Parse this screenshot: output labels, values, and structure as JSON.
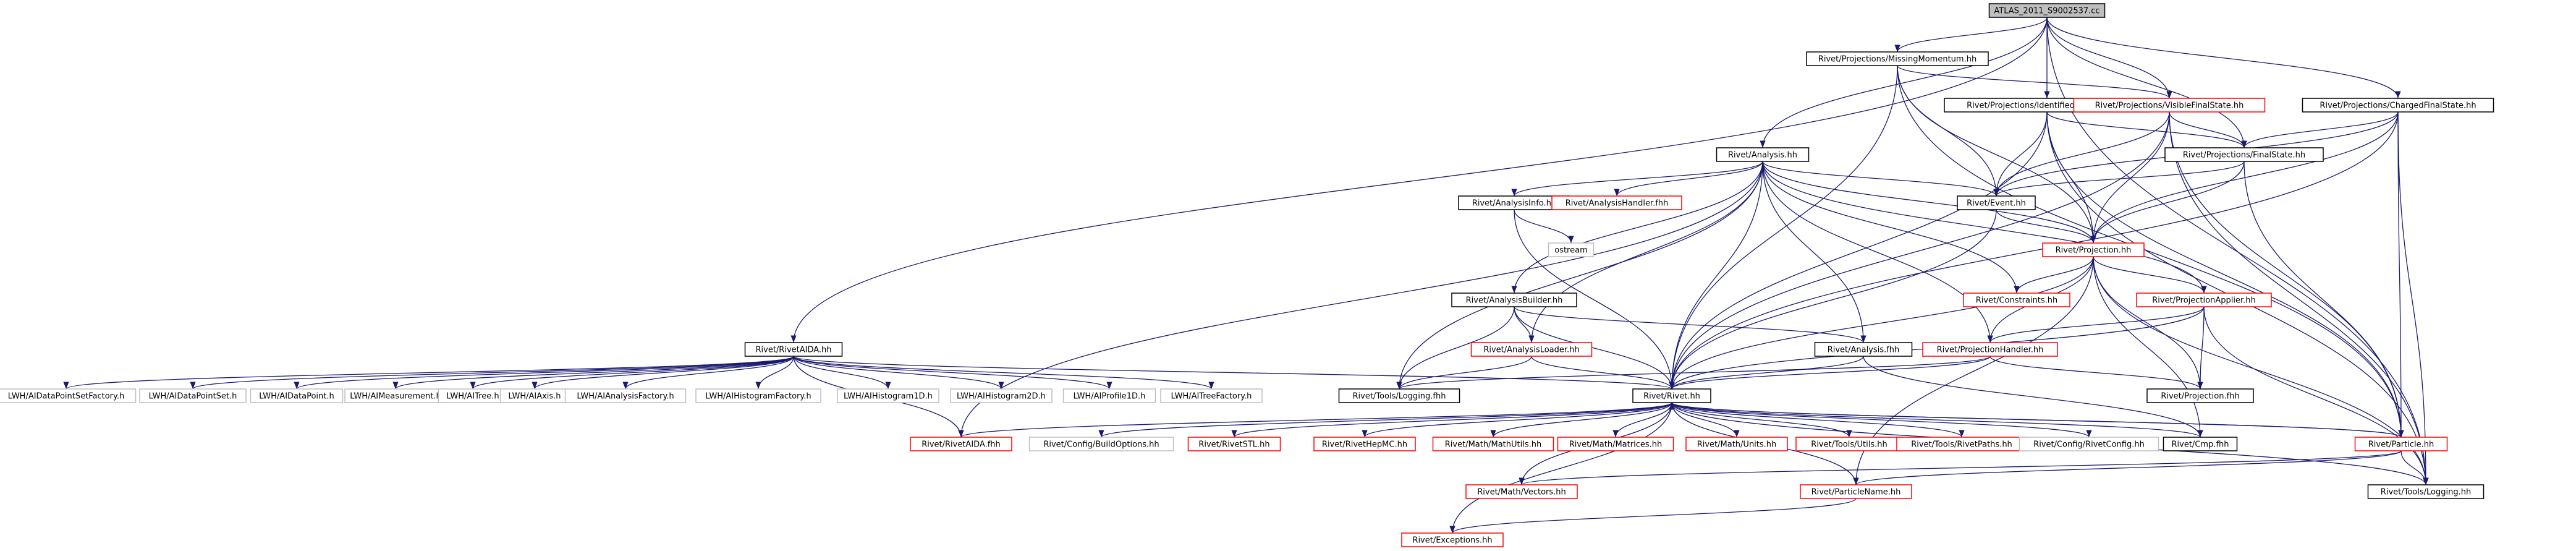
{
  "diagram": {
    "type": "include-dependency-graph",
    "colors": {
      "edge": "#191970",
      "root_fill": "#bfbfbf",
      "default_border": "#000000",
      "missing_border": "#ff0000",
      "external_border": "#bfbfbf",
      "external_text": "#000000"
    },
    "nodes": [
      {
        "id": "root",
        "label": "ATLAS_2011_S9002537.cc",
        "style": "root"
      },
      {
        "id": "missmom",
        "label": "Rivet/Projections/MissingMomentum.hh",
        "style": "default"
      },
      {
        "id": "identfs",
        "label": "Rivet/Projections/IdentifiedFinalState.hh",
        "style": "default"
      },
      {
        "id": "visfs",
        "label": "Rivet/Projections/VisibleFinalState.hh",
        "style": "missing"
      },
      {
        "id": "chfs",
        "label": "Rivet/Projections/ChargedFinalState.hh",
        "style": "default"
      },
      {
        "id": "finalstate",
        "label": "Rivet/Projections/FinalState.hh",
        "style": "default"
      },
      {
        "id": "analysis",
        "label": "Rivet/Analysis.hh",
        "style": "default"
      },
      {
        "id": "analysisinfo",
        "label": "Rivet/AnalysisInfo.hh",
        "style": "default"
      },
      {
        "id": "analysishandlerfhh",
        "label": "Rivet/AnalysisHandler.fhh",
        "style": "missing"
      },
      {
        "id": "event",
        "label": "Rivet/Event.hh",
        "style": "default"
      },
      {
        "id": "ostream",
        "label": "ostream",
        "style": "external"
      },
      {
        "id": "projection",
        "label": "Rivet/Projection.hh",
        "style": "missing"
      },
      {
        "id": "analysisbuilder",
        "label": "Rivet/AnalysisBuilder.hh",
        "style": "default"
      },
      {
        "id": "analysisloader",
        "label": "Rivet/AnalysisLoader.hh",
        "style": "missing"
      },
      {
        "id": "constraints",
        "label": "Rivet/Constraints.hh",
        "style": "missing"
      },
      {
        "id": "projapplier",
        "label": "Rivet/ProjectionApplier.hh",
        "style": "missing"
      },
      {
        "id": "analysisfhh",
        "label": "Rivet/Analysis.fhh",
        "style": "default"
      },
      {
        "id": "projhandler",
        "label": "Rivet/ProjectionHandler.hh",
        "style": "missing"
      },
      {
        "id": "rivetaida",
        "label": "Rivet/RivetAIDA.hh",
        "style": "default"
      },
      {
        "id": "toolslogfhh",
        "label": "Rivet/Tools/Logging.fhh",
        "style": "default"
      },
      {
        "id": "rivethh",
        "label": "Rivet/Rivet.hh",
        "style": "default"
      },
      {
        "id": "projfhh",
        "label": "Rivet/Projection.fhh",
        "style": "default"
      },
      {
        "id": "aida1",
        "label": "LWH/AIDataPointSetFactory.h",
        "style": "external"
      },
      {
        "id": "aida2",
        "label": "LWH/AIDataPointSet.h",
        "style": "external"
      },
      {
        "id": "aida3",
        "label": "LWH/AIDataPoint.h",
        "style": "external"
      },
      {
        "id": "aida4",
        "label": "LWH/AIMeasurement.h",
        "style": "external"
      },
      {
        "id": "aida5",
        "label": "LWH/AITree.h",
        "style": "external"
      },
      {
        "id": "aida6",
        "label": "LWH/AIAxis.h",
        "style": "external"
      },
      {
        "id": "aida7",
        "label": "LWH/AIAnalysisFactory.h",
        "style": "external"
      },
      {
        "id": "aida8",
        "label": "LWH/AIHistogramFactory.h",
        "style": "external"
      },
      {
        "id": "aida9",
        "label": "LWH/AIHistogram1D.h",
        "style": "external"
      },
      {
        "id": "aida10",
        "label": "LWH/AIHistogram2D.h",
        "style": "external"
      },
      {
        "id": "aida11",
        "label": "LWH/AIProfile1D.h",
        "style": "external"
      },
      {
        "id": "aida12",
        "label": "LWH/AITreeFactory.h",
        "style": "external"
      },
      {
        "id": "rivetaidafhh",
        "label": "Rivet/RivetAIDA.fhh",
        "style": "missing"
      },
      {
        "id": "buildopts",
        "label": "Rivet/Config/BuildOptions.hh",
        "style": "external"
      },
      {
        "id": "rivetstl",
        "label": "Rivet/RivetSTL.hh",
        "style": "missing"
      },
      {
        "id": "rivethepmc",
        "label": "Rivet/RivetHepMC.hh",
        "style": "missing"
      },
      {
        "id": "mathutils",
        "label": "Rivet/Math/MathUtils.hh",
        "style": "missing"
      },
      {
        "id": "matrices",
        "label": "Rivet/Math/Matrices.hh",
        "style": "missing"
      },
      {
        "id": "units",
        "label": "Rivet/Math/Units.hh",
        "style": "missing"
      },
      {
        "id": "toolsutils",
        "label": "Rivet/Tools/Utils.hh",
        "style": "missing"
      },
      {
        "id": "rivetpaths",
        "label": "Rivet/Tools/RivetPaths.hh",
        "style": "missing"
      },
      {
        "id": "rivetconfig",
        "label": "Rivet/Config/RivetConfig.hh",
        "style": "external"
      },
      {
        "id": "cmpfhh",
        "label": "Rivet/Cmp.fhh",
        "style": "default"
      },
      {
        "id": "particle",
        "label": "Rivet/Particle.hh",
        "style": "missing"
      },
      {
        "id": "vectors",
        "label": "Rivet/Math/Vectors.hh",
        "style": "missing"
      },
      {
        "id": "particlename",
        "label": "Rivet/ParticleName.hh",
        "style": "missing"
      },
      {
        "id": "toolslog",
        "label": "Rivet/Tools/Logging.hh",
        "style": "default"
      },
      {
        "id": "exceptions",
        "label": "Rivet/Exceptions.hh",
        "style": "missing"
      }
    ],
    "edges": [
      [
        "root",
        "missmom"
      ],
      [
        "root",
        "identfs"
      ],
      [
        "root",
        "visfs"
      ],
      [
        "root",
        "chfs"
      ],
      [
        "root",
        "finalstate"
      ],
      [
        "root",
        "analysis"
      ],
      [
        "root",
        "rivetaida"
      ],
      [
        "root",
        "toolslog"
      ],
      [
        "missmom",
        "visfs"
      ],
      [
        "missmom",
        "event"
      ],
      [
        "missmom",
        "projection"
      ],
      [
        "missmom",
        "rivethh"
      ],
      [
        "missmom",
        "particle"
      ],
      [
        "identfs",
        "finalstate"
      ],
      [
        "identfs",
        "event"
      ],
      [
        "identfs",
        "projection"
      ],
      [
        "identfs",
        "rivethh"
      ],
      [
        "identfs",
        "particle"
      ],
      [
        "identfs",
        "toolslog"
      ],
      [
        "visfs",
        "finalstate"
      ],
      [
        "visfs",
        "event"
      ],
      [
        "visfs",
        "projection"
      ],
      [
        "visfs",
        "rivethh"
      ],
      [
        "visfs",
        "particle"
      ],
      [
        "visfs",
        "toolslog"
      ],
      [
        "chfs",
        "finalstate"
      ],
      [
        "chfs",
        "event"
      ],
      [
        "chfs",
        "projection"
      ],
      [
        "chfs",
        "rivethh"
      ],
      [
        "chfs",
        "particle"
      ],
      [
        "chfs",
        "toolslog"
      ],
      [
        "finalstate",
        "event"
      ],
      [
        "finalstate",
        "projection"
      ],
      [
        "finalstate",
        "particle"
      ],
      [
        "analysis",
        "analysisinfo"
      ],
      [
        "analysis",
        "analysishandlerfhh"
      ],
      [
        "analysis",
        "event"
      ],
      [
        "analysis",
        "projection"
      ],
      [
        "analysis",
        "analysisbuilder"
      ],
      [
        "analysis",
        "analysisloader"
      ],
      [
        "analysis",
        "constraints"
      ],
      [
        "analysis",
        "projapplier"
      ],
      [
        "analysis",
        "analysisfhh"
      ],
      [
        "analysis",
        "projhandler"
      ],
      [
        "analysis",
        "toolslogfhh"
      ],
      [
        "analysis",
        "rivethh"
      ],
      [
        "analysis",
        "rivetaidafhh"
      ],
      [
        "analysisinfo",
        "ostream"
      ],
      [
        "analysisinfo",
        "rivethh"
      ],
      [
        "event",
        "rivethh"
      ],
      [
        "event",
        "projection"
      ],
      [
        "projection",
        "constraints"
      ],
      [
        "projection",
        "projapplier"
      ],
      [
        "projection",
        "projhandler"
      ],
      [
        "projection",
        "rivethh"
      ],
      [
        "projection",
        "projfhh"
      ],
      [
        "projection",
        "cmpfhh"
      ],
      [
        "projection",
        "toolslog"
      ],
      [
        "projection",
        "particlename"
      ],
      [
        "analysisbuilder",
        "analysisloader"
      ],
      [
        "analysisbuilder",
        "toolslogfhh"
      ],
      [
        "analysisbuilder",
        "analysisfhh"
      ],
      [
        "analysisbuilder",
        "rivethh"
      ],
      [
        "analysisloader",
        "toolslogfhh"
      ],
      [
        "analysisloader",
        "rivethh"
      ],
      [
        "projapplier",
        "projhandler"
      ],
      [
        "projapplier",
        "projfhh"
      ],
      [
        "projapplier",
        "rivethh"
      ],
      [
        "projapplier",
        "toolslog"
      ],
      [
        "projhandler",
        "rivethh"
      ],
      [
        "projhandler",
        "projfhh"
      ],
      [
        "projhandler",
        "toolslogfhh"
      ],
      [
        "analysisfhh",
        "rivethh"
      ],
      [
        "analysisfhh",
        "cmpfhh"
      ],
      [
        "rivetaida",
        "aida1"
      ],
      [
        "rivetaida",
        "aida2"
      ],
      [
        "rivetaida",
        "aida3"
      ],
      [
        "rivetaida",
        "aida4"
      ],
      [
        "rivetaida",
        "aida5"
      ],
      [
        "rivetaida",
        "aida6"
      ],
      [
        "rivetaida",
        "aida7"
      ],
      [
        "rivetaida",
        "aida8"
      ],
      [
        "rivetaida",
        "aida9"
      ],
      [
        "rivetaida",
        "aida10"
      ],
      [
        "rivetaida",
        "aida11"
      ],
      [
        "rivetaida",
        "aida12"
      ],
      [
        "rivetaida",
        "rivetaidafhh"
      ],
      [
        "rivetaida",
        "rivethh"
      ],
      [
        "rivethh",
        "rivetaidafhh"
      ],
      [
        "rivethh",
        "buildopts"
      ],
      [
        "rivethh",
        "rivetstl"
      ],
      [
        "rivethh",
        "rivethepmc"
      ],
      [
        "rivethh",
        "mathutils"
      ],
      [
        "rivethh",
        "matrices"
      ],
      [
        "rivethh",
        "units"
      ],
      [
        "rivethh",
        "toolsutils"
      ],
      [
        "rivethh",
        "rivetpaths"
      ],
      [
        "rivethh",
        "rivetconfig"
      ],
      [
        "rivethh",
        "cmpfhh"
      ],
      [
        "rivethh",
        "particle"
      ],
      [
        "rivethh",
        "vectors"
      ],
      [
        "rivethh",
        "particlename"
      ],
      [
        "rivethh",
        "toolslog"
      ],
      [
        "rivethh",
        "exceptions"
      ],
      [
        "particle",
        "vectors"
      ],
      [
        "particle",
        "particlename"
      ],
      [
        "particle",
        "toolslog"
      ],
      [
        "particle",
        "rivethh"
      ],
      [
        "particlename",
        "exceptions"
      ]
    ]
  }
}
